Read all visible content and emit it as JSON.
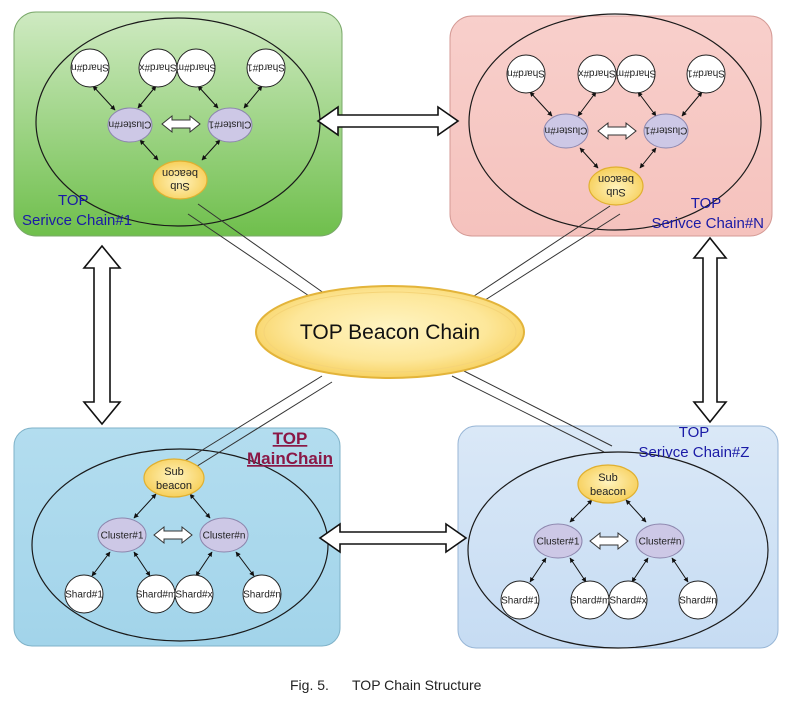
{
  "colors": {
    "green_panel": "#8fcc70",
    "red_panel": "#f7c9c5",
    "blue_panel": "#a9d8ec",
    "lightblue_panel": "#cfe2f6",
    "cluster_fill": "#cdc8e6",
    "beacon_fill": "#fde28a",
    "chain_label": "#1a1aa6",
    "main_label": "#8a1846"
  },
  "beacon_chain": {
    "label": "TOP Beacon  Chain"
  },
  "chains": {
    "service1": {
      "title_line1": "TOP",
      "title_line2": "Serivce Chain#1",
      "sub_beacon": [
        "Sub",
        "beacon"
      ],
      "clusters": [
        "Cluster#n",
        "Cluster#1"
      ],
      "shards": [
        "Shard#n",
        "Shard#x",
        "Shard#m",
        "Shard#1"
      ]
    },
    "serviceN": {
      "title_line1": "TOP",
      "title_line2": "Serivce Chain#N",
      "sub_beacon": [
        "Sub",
        "beacon"
      ],
      "clusters": [
        "Cluster#n",
        "Cluster#1"
      ],
      "shards": [
        "Shard#n",
        "Shard#x",
        "Shard#m",
        "Shard#1"
      ]
    },
    "main": {
      "title_line1": "TOP",
      "title_line2": "MainChain",
      "sub_beacon": [
        "Sub",
        "beacon"
      ],
      "clusters": [
        "Cluster#1",
        "Cluster#n"
      ],
      "shards": [
        "Shard#1",
        "Shard#m",
        "Shard#x",
        "Shard#n"
      ]
    },
    "serviceZ": {
      "title_line1": "TOP",
      "title_line2": "Serivce Chain#Z",
      "sub_beacon": [
        "Sub",
        "beacon"
      ],
      "clusters": [
        "Cluster#1",
        "Cluster#n"
      ],
      "shards": [
        "Shard#1",
        "Shard#m",
        "Shard#x",
        "Shard#n"
      ]
    }
  },
  "caption": {
    "label": "Fig. 5.",
    "text": "TOP Chain Structure"
  }
}
